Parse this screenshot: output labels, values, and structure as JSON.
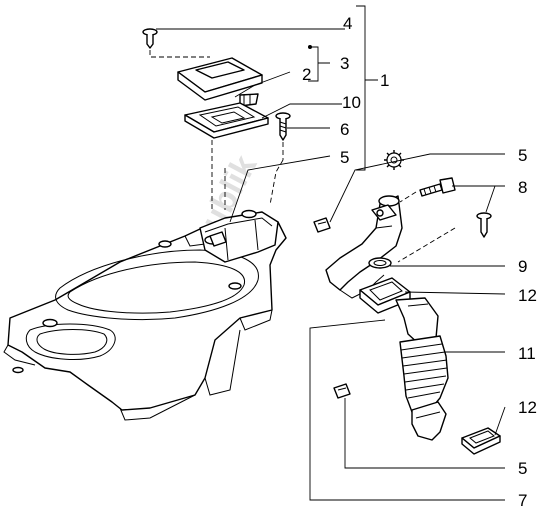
{
  "watermark": "PartsRepublik",
  "callouts": [
    {
      "id": "c4",
      "label": "4"
    },
    {
      "id": "c3",
      "label": "3"
    },
    {
      "id": "c2",
      "label": "2"
    },
    {
      "id": "c1",
      "label": "1"
    },
    {
      "id": "c10",
      "label": "10"
    },
    {
      "id": "c6",
      "label": "6"
    },
    {
      "id": "c5a",
      "label": "5"
    },
    {
      "id": "c5b",
      "label": "5"
    },
    {
      "id": "c8",
      "label": "8"
    },
    {
      "id": "c9",
      "label": "9"
    },
    {
      "id": "c12a",
      "label": "12"
    },
    {
      "id": "c11",
      "label": "11"
    },
    {
      "id": "c12b",
      "label": "12"
    },
    {
      "id": "c5c",
      "label": "5"
    },
    {
      "id": "c7",
      "label": "7"
    }
  ]
}
